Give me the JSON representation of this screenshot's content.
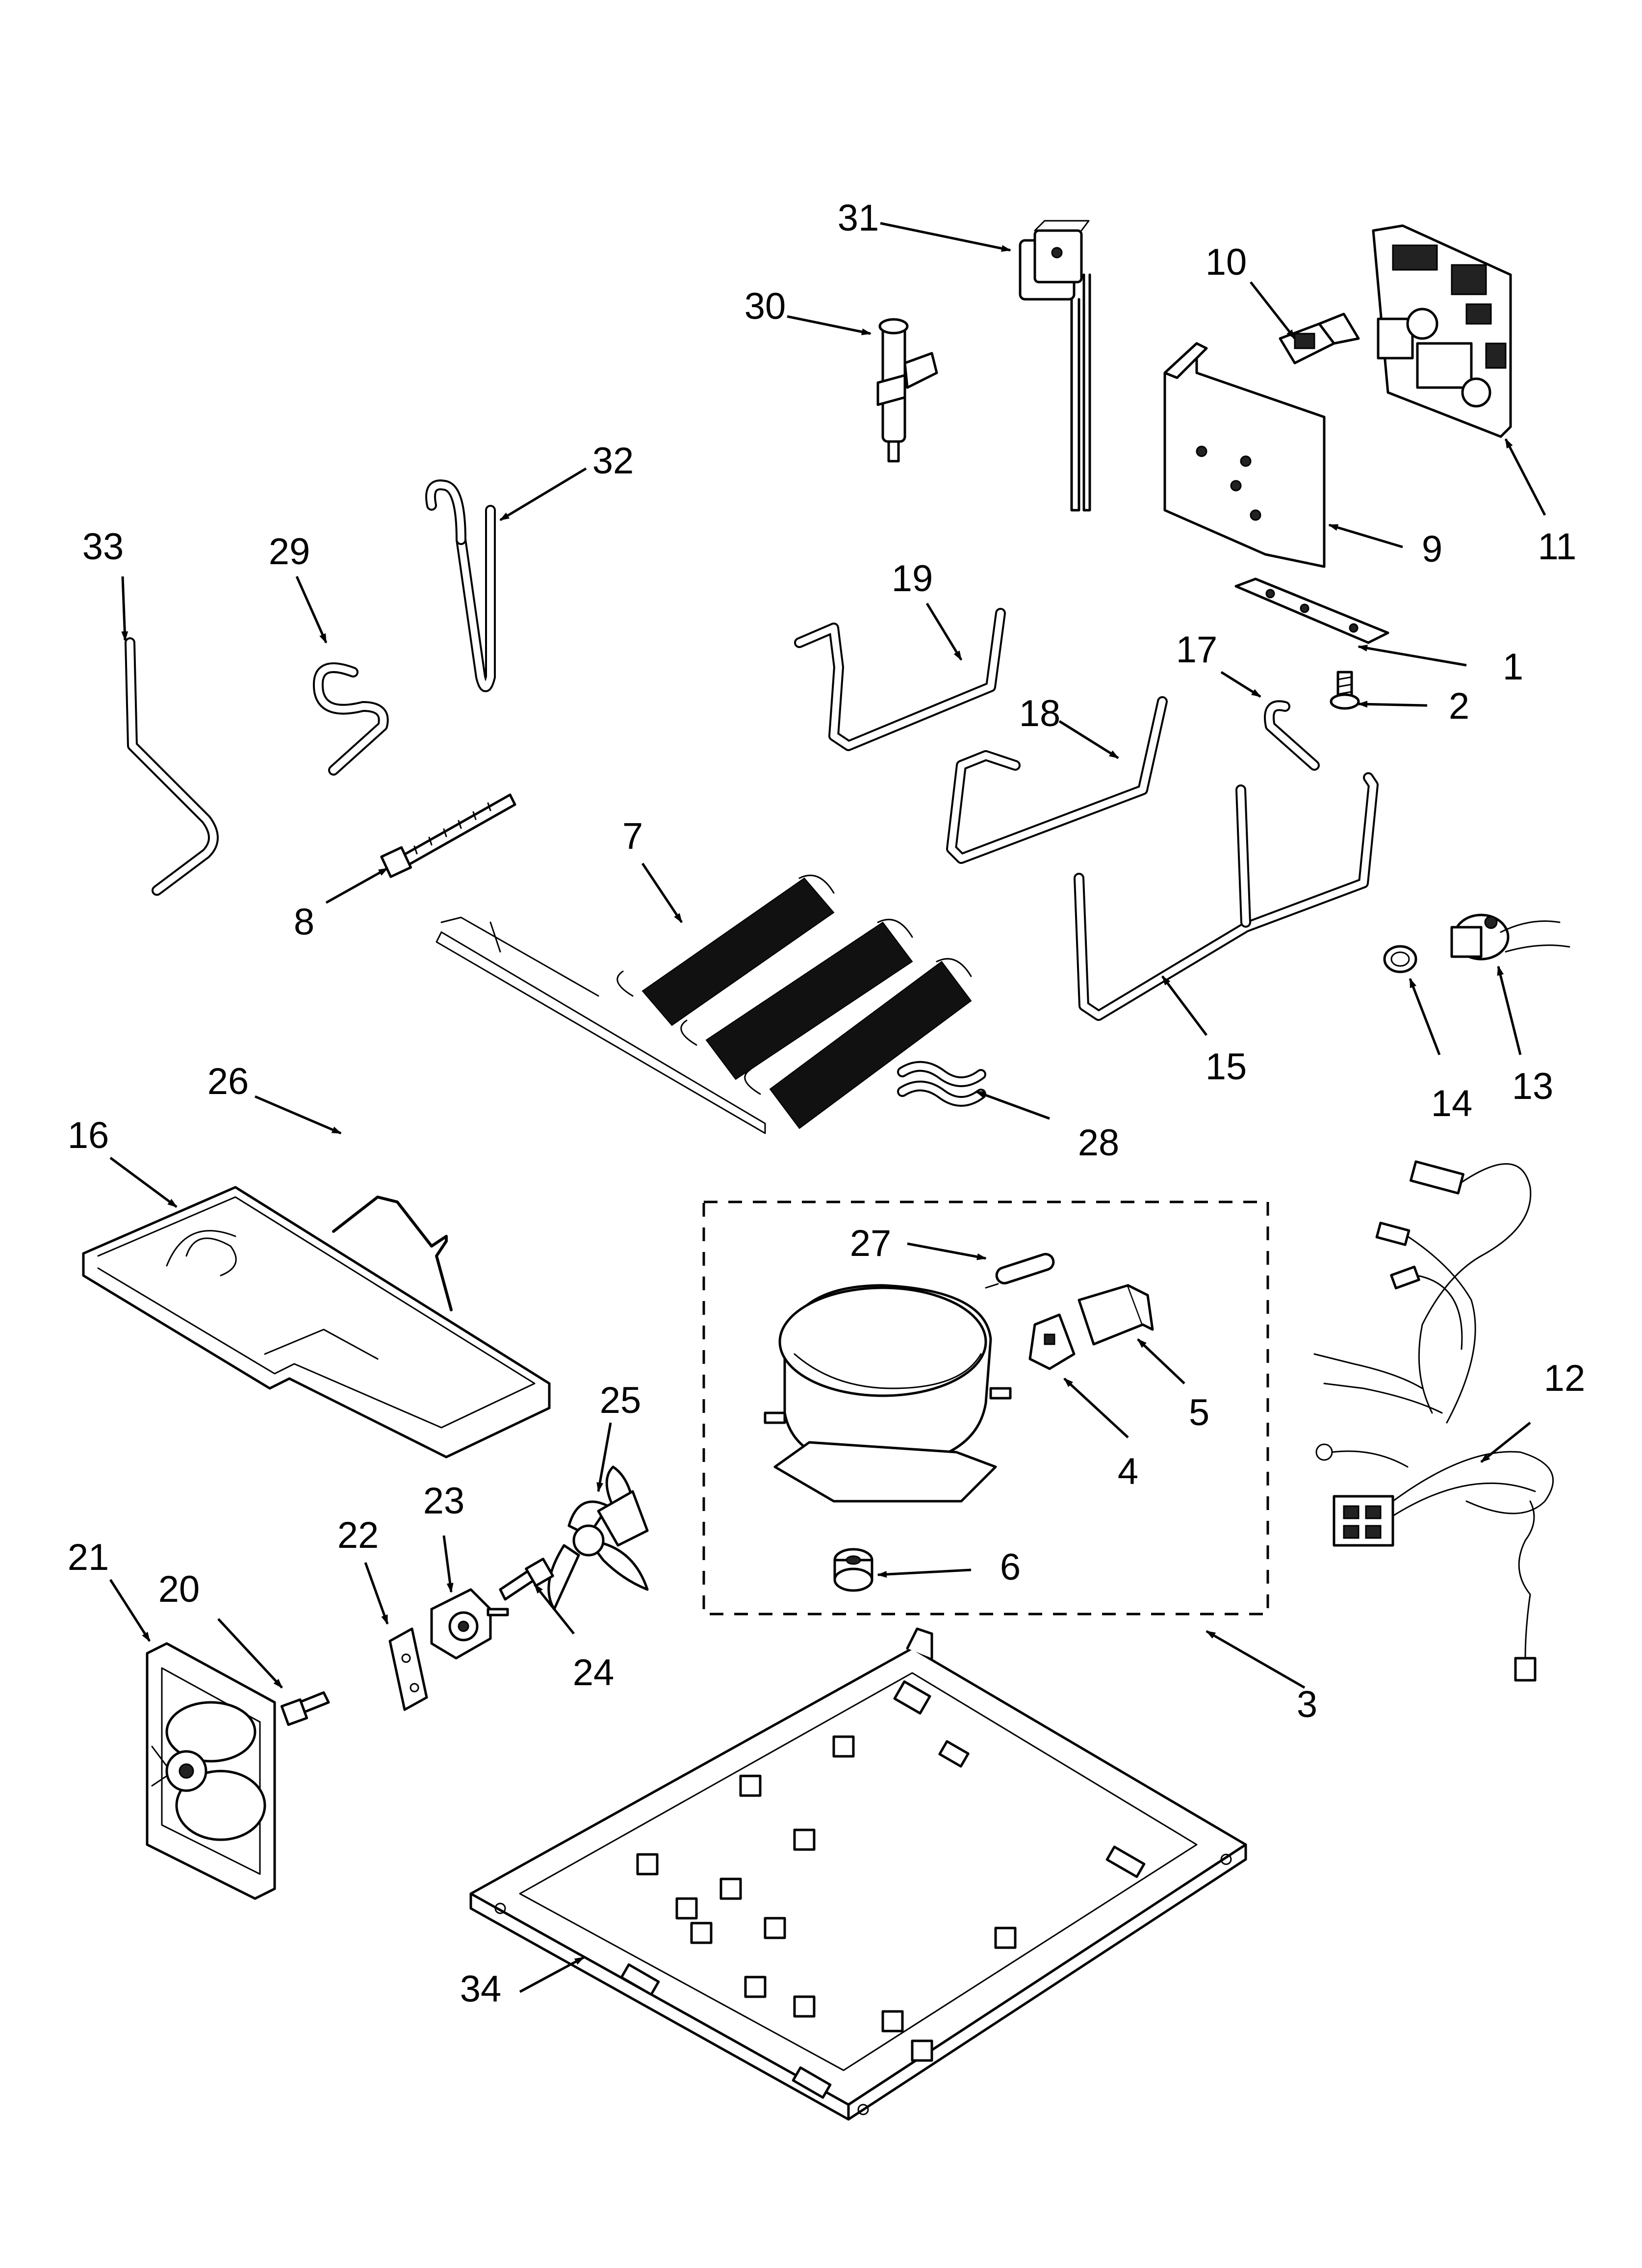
{
  "diagram": {
    "callouts": [
      "1",
      "2",
      "3",
      "4",
      "5",
      "6",
      "7",
      "8",
      "9",
      "10",
      "11",
      "12",
      "13",
      "14",
      "15",
      "16",
      "17",
      "18",
      "19",
      "20",
      "21",
      "22",
      "23",
      "24",
      "25",
      "26",
      "27",
      "28",
      "29",
      "30",
      "31",
      "32",
      "33",
      "34"
    ],
    "colors": {
      "line": "#000000",
      "background": "#ffffff"
    }
  }
}
